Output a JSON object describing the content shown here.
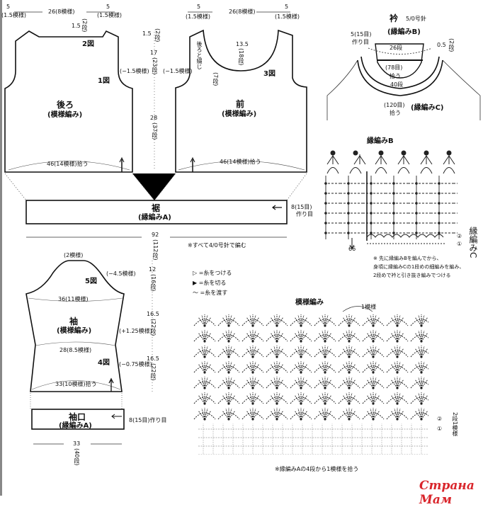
{
  "back": {
    "left_dim": "5",
    "left_dim_sub": "(1.5模様)",
    "top_dim": "26(8模様)",
    "right_dim": "5",
    "right_dim_sub": "(1.5模様)",
    "neck": "1.5",
    "neck_rows": "(2段)",
    "fig2": "2図",
    "fig1": "1図",
    "title": "後ろ",
    "subtitle": "(模様編み)",
    "armhole": "(−1.5模様)",
    "bottom": "46(14模様)拾う"
  },
  "body_dims": {
    "shoulder": "1.5",
    "shoulder_rows": "(2段)",
    "armhole": "17",
    "armhole_rows": "(23段)",
    "body": "28",
    "body_rows": "(37段)"
  },
  "front": {
    "left_dim": "5",
    "left_dim_sub": "(1.5模様)",
    "top_dim": "26(8模様)",
    "right_dim": "5",
    "right_dim_sub": "(1.5模様)",
    "seam": "後ろと綴じ",
    "armhole": "(−1.5模様)",
    "neck_depth": "13.5",
    "neck_rows": "(18段)",
    "rows7": "(7段)",
    "fig3": "3図",
    "title": "前",
    "subtitle": "(模様編み)",
    "bottom": "46(14模様)拾う"
  },
  "hem": {
    "title": "裾",
    "subtitle": "(縁編みA)",
    "height": "8(15目)",
    "cast_on": "作り目",
    "width": "92",
    "width_rows": "(112段)",
    "note": "※すべて4/0号針で編む"
  },
  "collar": {
    "title": "衿",
    "hook": "5/0号針",
    "edging_b": "(縁編みB)",
    "cast": "5(15目)",
    "cast_on": "作り目",
    "rows26": "26段",
    "st78": "(78目)",
    "pick78": "拾う",
    "rows40": "40段",
    "depth": "0.5",
    "depth_rows": "(2段)",
    "st120": "(120目)",
    "pick120": "拾う",
    "edging_c": "(縁編みC)"
  },
  "edging_chart": {
    "title": "縁編みB",
    "row66": "66",
    "row2": "②",
    "row1": "①",
    "edging_c_label": "縁編みC",
    "note": [
      "※ 先に縁編みBを編んでから、",
      "身頃に縁編みCの1段めの細編みを編み、",
      "2段めで衿と引き抜き編みでつける"
    ]
  },
  "sleeve": {
    "cap": "(2模様)",
    "cap_dec": "(−4.5模様)",
    "fig5": "5図",
    "upper": "36(11模様)",
    "title": "袖",
    "subtitle": "(模様編み)",
    "inc": "(+1.25模様)",
    "mid": "28(8.5模様)",
    "fig4": "4図",
    "dec": "(−0.75模様)",
    "bottom": "33(10模様)拾う",
    "cuff_title": "袖口",
    "cuff_subtitle": "(縁編みA)",
    "cuff_height": "8(15目)作り目",
    "cuff_width": "33",
    "cuff_rows": "(40段)",
    "cap_h": "12",
    "cap_rows": "(16段)",
    "upper_h": "16.5",
    "upper_rows": "(22段)",
    "lower_h": "16.5",
    "lower_rows": "(22段)"
  },
  "legend": {
    "attach": "▷ =糸をつける",
    "cut": "▶ =糸を切る",
    "carry": "〜 =糸を渡す"
  },
  "pattern": {
    "title": "模様編み",
    "repeat": "1模様",
    "row2": "②",
    "row1": "①",
    "rows_label": "2段1模様",
    "note": "※縁編みAの4段から1模様を拾う"
  },
  "watermark": "Страна Мам"
}
